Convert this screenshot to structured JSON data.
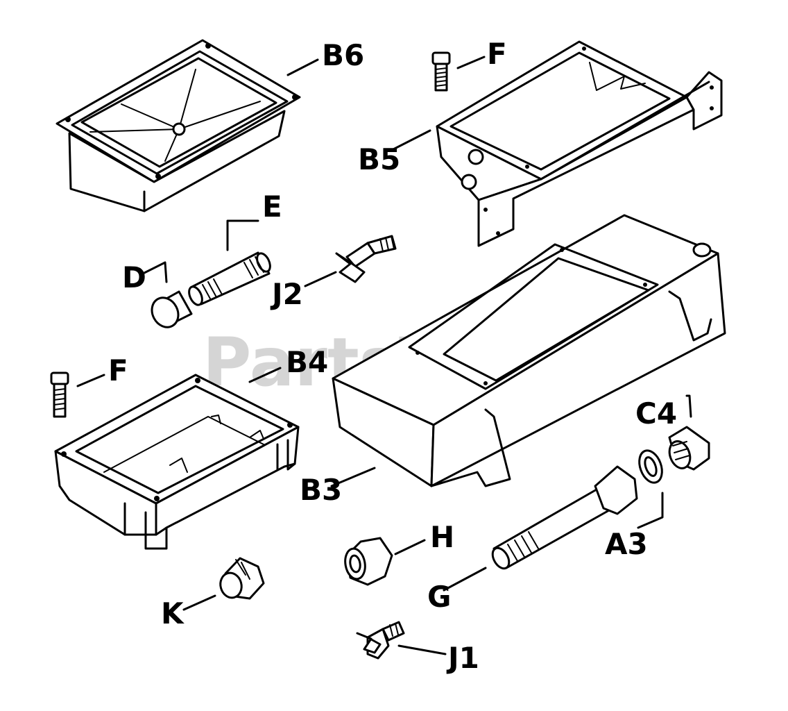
{
  "watermark": {
    "text": "PartsTree",
    "trademark": "™"
  },
  "labels": {
    "b6": "B6",
    "f_top": "F",
    "b5": "B5",
    "e": "E",
    "d": "D",
    "j2": "J2",
    "f_left": "F",
    "b4": "B4",
    "c4": "C4",
    "b3": "B3",
    "a3": "A3",
    "h": "H",
    "g": "G",
    "k": "K",
    "j1": "J1"
  }
}
